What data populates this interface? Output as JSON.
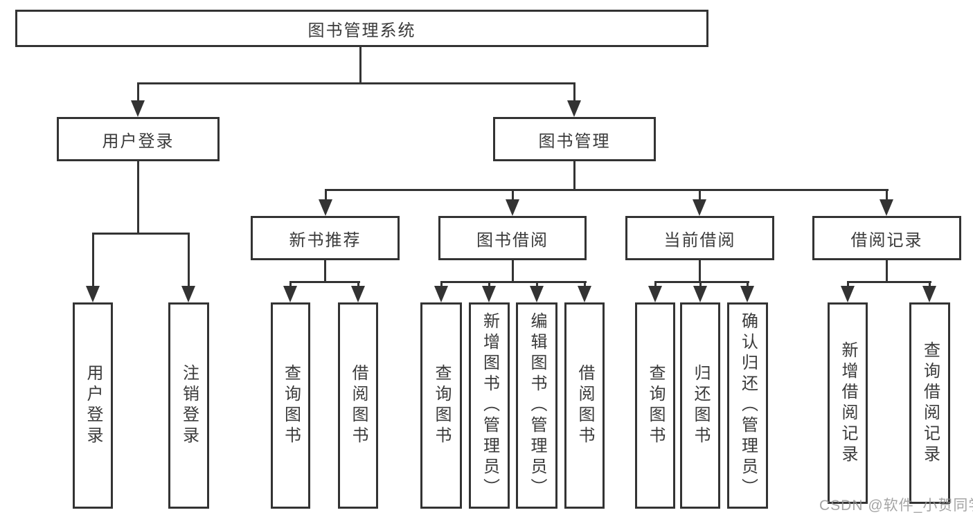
{
  "root": {
    "label": "图书管理系统"
  },
  "login": {
    "label": "用户登录",
    "children": [
      {
        "label": "用户登录"
      },
      {
        "label": "注销登录"
      }
    ]
  },
  "management": {
    "label": "图书管理",
    "sections": [
      {
        "label": "新书推荐",
        "children": [
          {
            "label": "查询图书"
          },
          {
            "label": "借阅图书"
          }
        ]
      },
      {
        "label": "图书借阅",
        "children": [
          {
            "label": "查询图书"
          },
          {
            "label": "新增图书（管理员）"
          },
          {
            "label": "编辑图书（管理员）"
          },
          {
            "label": "借阅图书"
          }
        ]
      },
      {
        "label": "当前借阅",
        "children": [
          {
            "label": "查询图书"
          },
          {
            "label": "归还图书"
          },
          {
            "label": "确认归还（管理员）"
          }
        ]
      },
      {
        "label": "借阅记录",
        "children": [
          {
            "label": "新增借阅记录"
          },
          {
            "label": "查询借阅记录"
          }
        ]
      }
    ]
  },
  "watermark": {
    "text": "CSDN @软件_小贺同学"
  },
  "colors": {
    "line": "#333333",
    "text": "#3a3a3a",
    "background": "#ffffff",
    "watermark": "#949494"
  }
}
